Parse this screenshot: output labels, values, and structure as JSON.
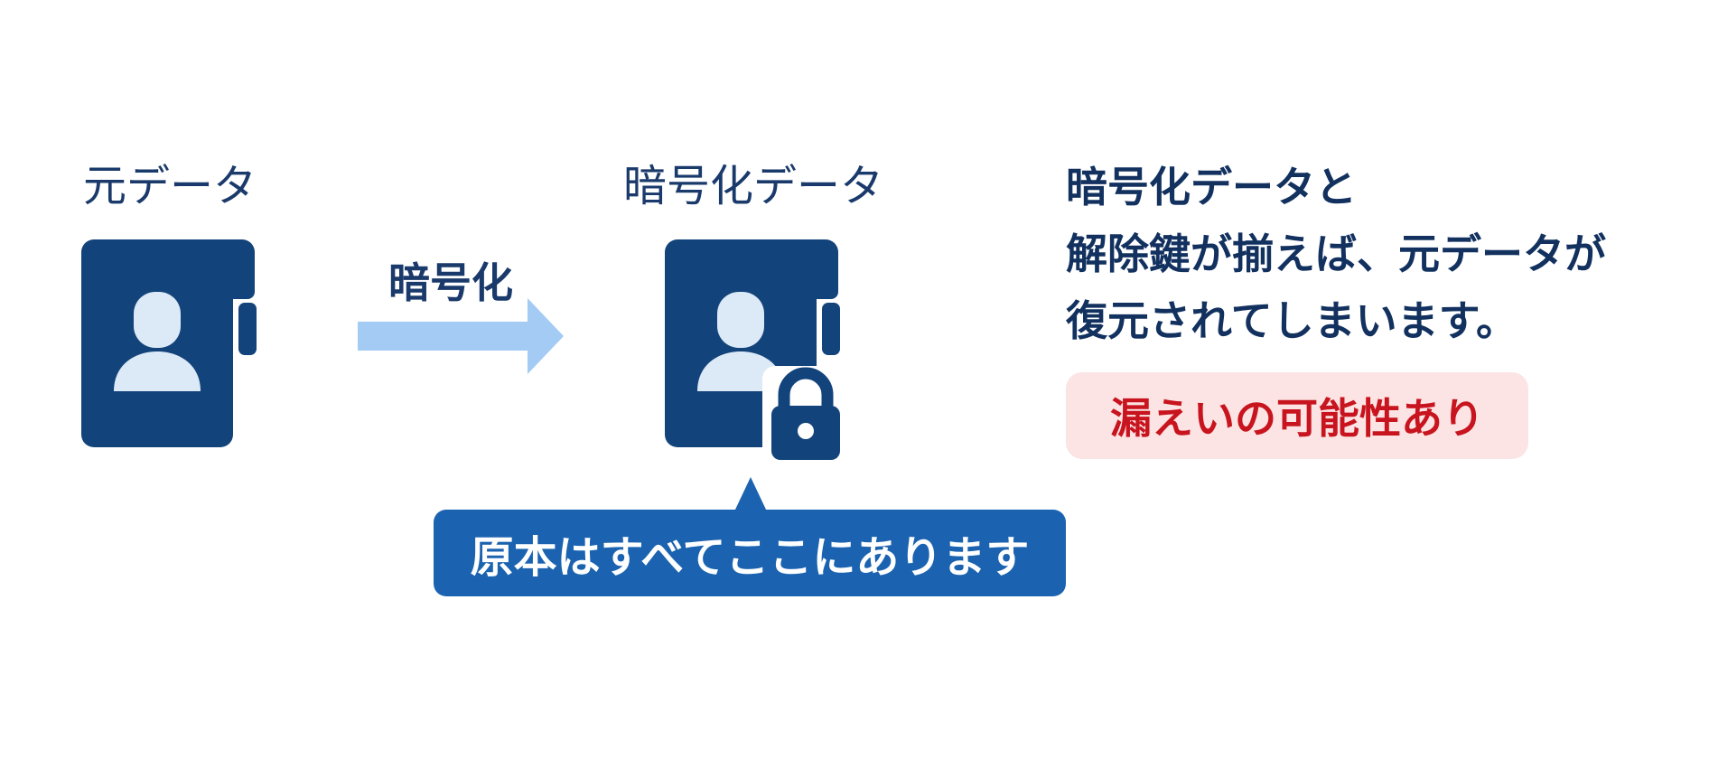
{
  "original": {
    "label": "元データ"
  },
  "arrow": {
    "label": "暗号化"
  },
  "encrypted": {
    "label": "暗号化データ"
  },
  "message": {
    "line1": "暗号化データと",
    "line2": "解除鍵が揃えば、元データが",
    "line3": "復元されてしまいます。"
  },
  "warning": {
    "text": "漏えいの可能性あり"
  },
  "callout": {
    "text": "原本はすべてここにあります"
  },
  "colors": {
    "icon_dark": "#12437a",
    "icon_light": "#dce9f7",
    "arrow": "#a3cbf3",
    "callout": "#1b63b0",
    "warning_text": "#c8141e",
    "warning_bg": "#fce4e4"
  },
  "icons": [
    "person-document-icon",
    "right-arrow-icon",
    "lock-icon"
  ]
}
